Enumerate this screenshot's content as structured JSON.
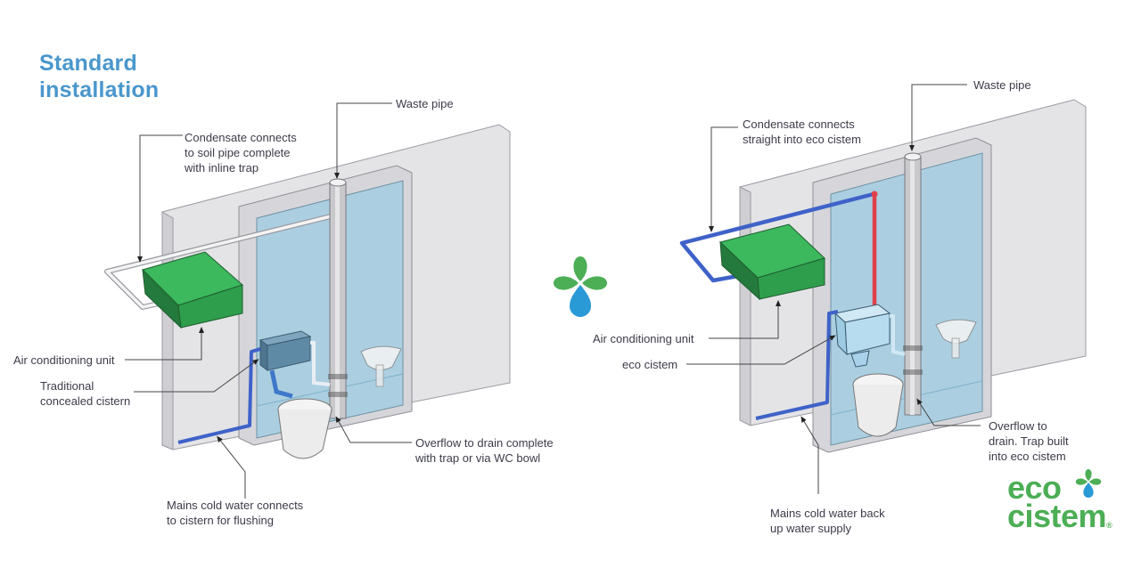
{
  "title": {
    "line1": "Standard",
    "line2": "installation"
  },
  "left_diagram": {
    "labels": {
      "condensate": "Condensate connects\nto soil pipe complete\nwith inline trap",
      "waste_pipe": "Waste pipe",
      "ac_unit": "Air conditioning unit",
      "cistern": "Traditional\nconcealed cistern",
      "overflow": "Overflow to drain complete\nwith trap or via WC bowl",
      "mains": "Mains cold water connects\nto cistern for flushing"
    }
  },
  "right_diagram": {
    "labels": {
      "condensate": "Condensate connects\nstraight into eco cistem",
      "waste_pipe": "Waste pipe",
      "ac_unit": "Air conditioning unit",
      "cistern": "eco cistem",
      "overflow": "Overflow to\ndrain. Trap built\ninto eco cistem",
      "mains": "Mains cold water back\nup water supply"
    }
  },
  "logo": {
    "line1": "eco",
    "line2": "cistem",
    "registered": "®"
  },
  "colors": {
    "title": "#4a97cc",
    "brand_green": "#4cae55",
    "drop_blue": "#2a9ad6",
    "ac_green": "#2fa84f",
    "pipe_blue": "#3f62c9",
    "pipe_red": "#e0404a",
    "glass": "#a9cfe2"
  }
}
